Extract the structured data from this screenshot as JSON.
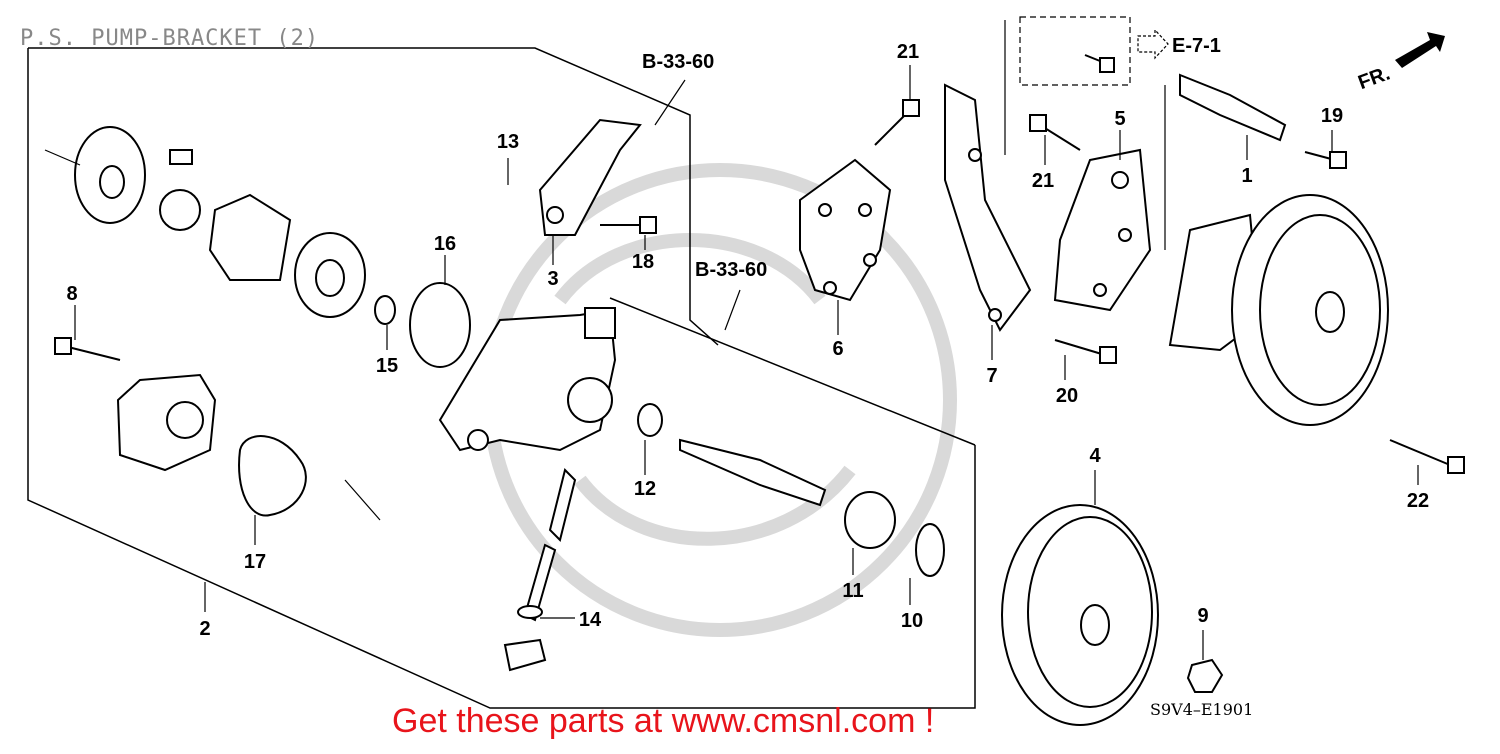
{
  "title": "P.S. PUMP-BRACKET (2)",
  "diagram_code": "S9V4–E1901",
  "promo_text": "Get these parts at www.cmsnl.com !",
  "references": [
    "B-33-60",
    "B-33-60",
    "E-7-1"
  ],
  "front_label": "FR.",
  "callouts": [
    "1",
    "2",
    "3",
    "4",
    "5",
    "6",
    "7",
    "8",
    "9",
    "10",
    "11",
    "12",
    "13",
    "14",
    "15",
    "16",
    "17",
    "18",
    "19",
    "20",
    "21",
    "21",
    "22"
  ],
  "colors": {
    "promo": "#e8141b",
    "title": "#888888",
    "line": "#000000",
    "watermark": "#d9d9d9"
  }
}
